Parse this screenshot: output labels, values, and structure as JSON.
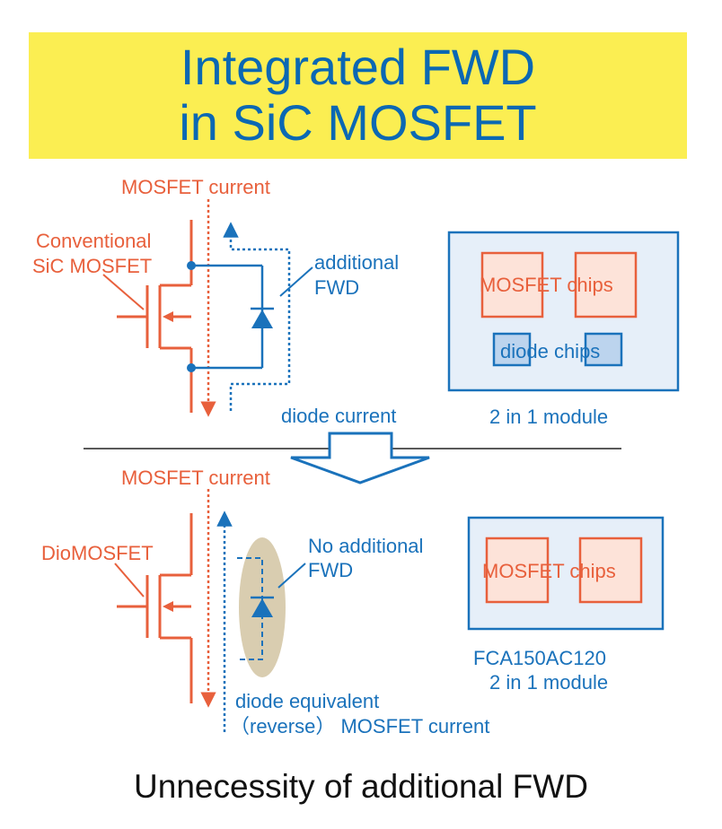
{
  "header": {
    "title_line1": "Integrated FWD",
    "title_line2": "in SiC MOSFET"
  },
  "top": {
    "mosfet_current_label": "MOSFET current",
    "device_label_line1": "Conventional",
    "device_label_line2": "SiC MOSFET",
    "fwd_label_line1": "additional",
    "fwd_label_line2": "FWD",
    "diode_current_label": "diode current",
    "module": {
      "mosfet_chips_label": "MOSFET chips",
      "diode_chips_label": "diode chips",
      "caption": "2 in 1 module"
    }
  },
  "bottom": {
    "mosfet_current_label": "MOSFET current",
    "device_label": "DioMOSFET",
    "fwd_label_line1": "No additional",
    "fwd_label_line2": "FWD",
    "reverse_label_line1": "diode equivalent",
    "reverse_label_line2": "（reverse） MOSFET current",
    "module": {
      "mosfet_chips_label": "MOSFET chips",
      "caption_line1": "FCA150AC120",
      "caption_line2": "2 in 1 module"
    }
  },
  "footer": {
    "title": "Unnecessity of additional FWD"
  },
  "colors": {
    "banner": "#fbee52",
    "title_blue": "#0b68b3",
    "mosfet_orange": "#e8603c",
    "diode_blue": "#1a72bb",
    "module_fill": "#e6eff9",
    "chip_fill": "#fde3d9",
    "ellipse": "#d9cdb0"
  }
}
